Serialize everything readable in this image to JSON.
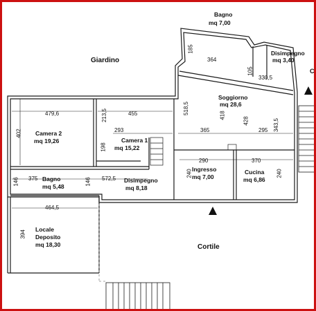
{
  "areas": {
    "garden": "Giardino",
    "courtyard": "Cortile"
  },
  "rooms": {
    "bagno_top": {
      "name": "Bagno",
      "area": "mq 7,00"
    },
    "disimpegno_top": {
      "name": "Disimpegno",
      "area": "mq 3,40"
    },
    "soggiorno": {
      "name": "Soggiorno",
      "area": "mq 28,6"
    },
    "camera2": {
      "name": "Camera 2",
      "area": "mq 19,26"
    },
    "camera1": {
      "name": "Camera 1",
      "area": "mq 15,22"
    },
    "bagno": {
      "name": "Bagno",
      "area": "mq 5,48"
    },
    "disimpegno": {
      "name": "Disimpegno",
      "area": "mq 8,18"
    },
    "ingresso": {
      "name": "Ingresso",
      "area": "mq 7,00"
    },
    "cucina": {
      "name": "Cucina",
      "area": "mq 6,86"
    },
    "locale": {
      "name": "Locale",
      "name2": "Deposito",
      "area": "mq 18,30"
    }
  },
  "edge_label": "C",
  "dimensions": {
    "d185": "185",
    "d364": "364",
    "d105": "105",
    "d330_5": "330,5",
    "d479_6": "479,6",
    "d455": "455",
    "d213_5": "213,5",
    "d518_5": "518,5",
    "d428": "428",
    "d418": "418",
    "d343_5": "343,5",
    "d402": "402",
    "d293": "293",
    "d365": "365",
    "d295": "295",
    "d198": "198",
    "d290": "290",
    "d370": "370",
    "d375": "375",
    "d146a": "146",
    "d146b": "146",
    "d572_5": "572,5",
    "d240a": "240",
    "d240b": "240",
    "d464_5": "464,5",
    "d394": "394"
  },
  "colors": {
    "frame": "#cc1111",
    "wall": "#1a1a1a",
    "dim_line": "#222222"
  }
}
